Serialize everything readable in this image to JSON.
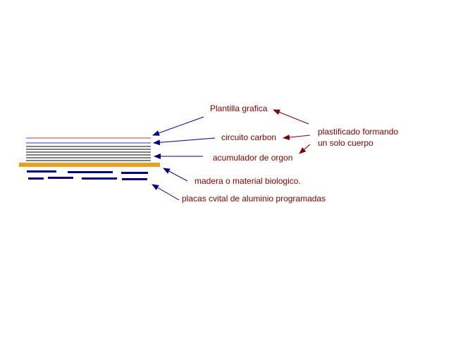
{
  "labels": {
    "plantilla": "Plantilla grafica",
    "circuito": "circuito carbon",
    "acumulador": "acumulador de orgon",
    "madera": "madera o material biologico.",
    "placas": "placas cvital de aluminio programadas",
    "plastificado_line1": "plastificado formando",
    "plastificado_line2": "un solo cuerpo"
  },
  "colors": {
    "label_text": "#7a0000",
    "arrow_blue": "#000080",
    "arrow_red": "#800000",
    "top_line_red": "#cc3333",
    "line_blue": "#3333aa",
    "layer_black": "#000000",
    "wood_layer": "#e8a020",
    "plate_blue": "#000080"
  }
}
